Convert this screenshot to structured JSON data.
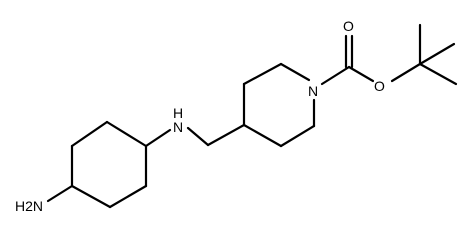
{
  "structure": {
    "atoms": {
      "amine_primary": "H2N",
      "amine_secondary": "H",
      "amine_secondary_N": "N",
      "ring_nitrogen": "N",
      "carbonyl_oxygen": "O",
      "ester_oxygen": "O"
    }
  }
}
